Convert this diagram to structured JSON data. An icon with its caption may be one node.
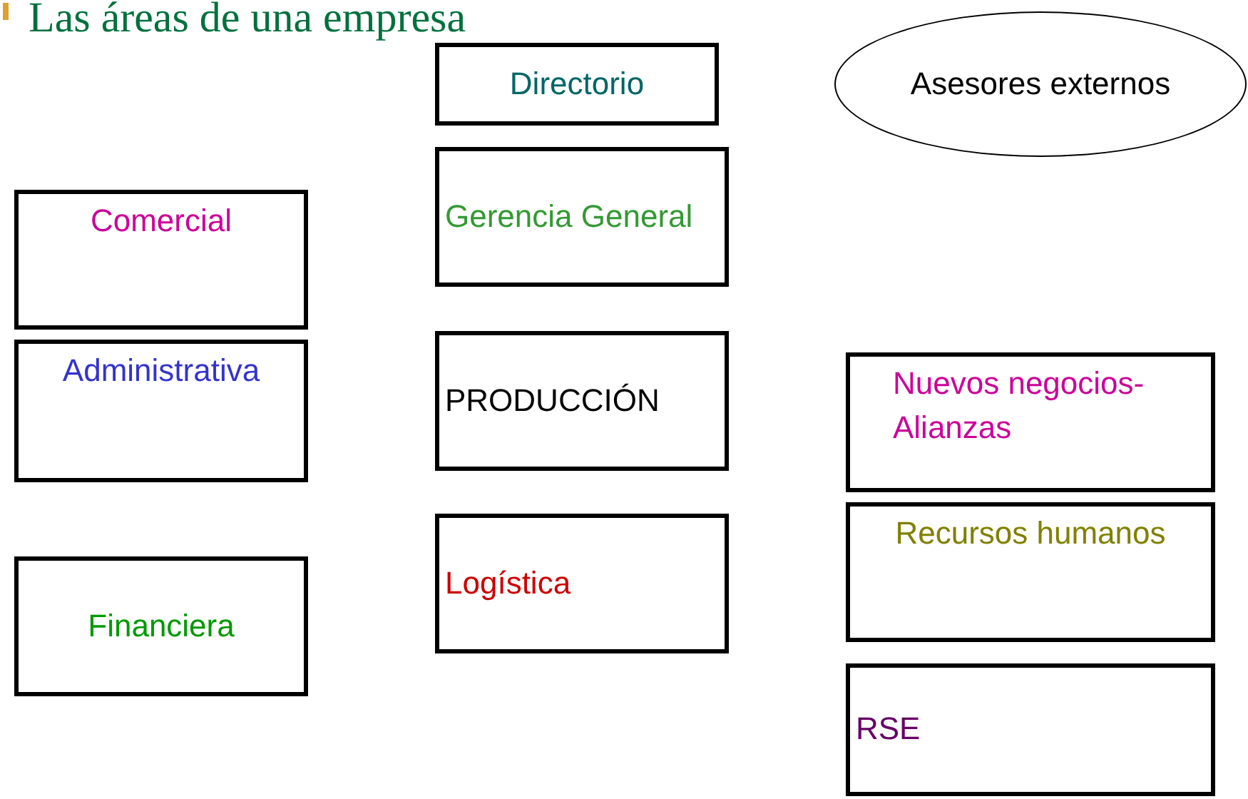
{
  "diagram": {
    "title": "Las áreas de una empresa",
    "nodes": [
      {
        "text": [
          "Directorio"
        ]
      },
      {
        "text": [
          "Asesores externos"
        ]
      },
      {
        "text": [
          "Gerencia General"
        ]
      },
      {
        "text": [
          "Comercial"
        ]
      },
      {
        "text": [
          "Administrativa"
        ]
      },
      {
        "text": [
          "PRODUCCIÓN"
        ]
      },
      {
        "text": [
          "Nuevos negocios- Alianzas"
        ]
      },
      {
        "text": [
          "Financiera"
        ]
      },
      {
        "text": [
          "Logística"
        ]
      },
      {
        "text": [
          "Recursos humanos"
        ]
      },
      {
        "text": [
          "RSE"
        ]
      }
    ]
  }
}
